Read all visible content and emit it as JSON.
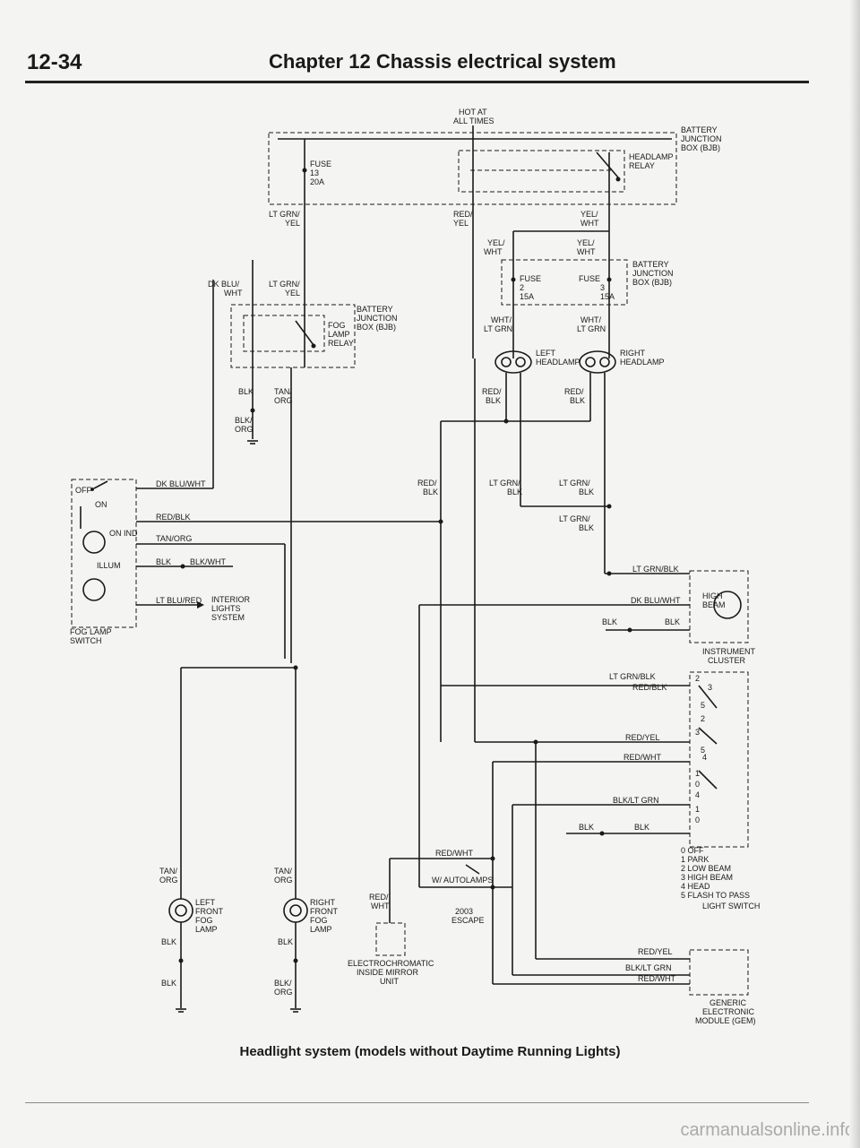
{
  "header": {
    "page_number": "12-34",
    "title": "Chapter 12  Chassis electrical system"
  },
  "caption": "Headlight system (models without Daytime Running Lights)",
  "watermark": "carmanualsonline.info",
  "labels": {
    "hot": "HOT AT",
    "all_times": "ALL TIMES",
    "bjb1": "BATTERY",
    "bjb2": "JUNCTION",
    "bjb3": "BOX (BJB)",
    "headlamp_relay1": "HEADLAMP",
    "headlamp_relay2": "RELAY",
    "fuse13_1": "FUSE",
    "fuse13_2": "13",
    "fuse13_3": "20A",
    "ltgrn_yel_1": "LT GRN/",
    "ltgrn_yel_2": "YEL",
    "red_yel_1": "RED/",
    "red_yel_2": "YEL",
    "yel_wht_1": "YEL/",
    "yel_wht_2": "WHT",
    "fuse_word": "FUSE",
    "fuse2_num": "2",
    "fuse3_num": "3",
    "amp15": "15A",
    "dkblu_wht_1": "DK BLU/",
    "dkblu_wht_2": "WHT",
    "fog_relay1": "FOG",
    "fog_relay2": "LAMP",
    "fog_relay3": "RELAY",
    "wht_1": "WHT/",
    "ltgrn": "LT GRN",
    "left_headlamp1": "LEFT",
    "headlamp": "HEADLAMP",
    "right_headlamp1": "RIGHT",
    "blk": "BLK",
    "tan_org_1": "TAN/",
    "tan_org_2": "ORG",
    "blk_org_1": "BLK/",
    "blk_org_2": "ORG",
    "red_blk_1": "RED/",
    "red_blk_2": "BLK",
    "ltgrn_blk_1": "LT GRN/",
    "ltgrn_blk_2": "BLK",
    "off": "OFF",
    "on": "ON",
    "on_ind": "ON  IND",
    "illum": "ILLUM",
    "w_dkblu_wht": "DK BLU/WHT",
    "w_red_blk": "RED/BLK",
    "w_tan_org": "TAN/ORG",
    "w_blk": "BLK",
    "w_blk_wht": "BLK/WHT",
    "w_ltblu_red": "LT BLU/RED",
    "interior1": "INTERIOR",
    "interior2": "LIGHTS",
    "interior3": "SYSTEM",
    "fog_switch1": "FOG LAMP",
    "fog_switch2": "SWITCH",
    "w_ltgrn_blk": "LT GRN/BLK",
    "high1": "HIGH",
    "high2": "BEAM",
    "cluster1": "INSTRUMENT",
    "cluster2": "CLUSTER",
    "w_red_yel": "RED/YEL",
    "w_red_wht": "RED/WHT",
    "w_blk_ltgrn": "BLK/LT GRN",
    "legend0": "0  OFF",
    "legend1": "1  PARK",
    "legend2": "2  LOW BEAM",
    "legend3": "3  HIGH BEAM",
    "legend4": "4  HEAD",
    "legend5": "5  FLASH TO PASS",
    "light_switch": "LIGHT SWITCH",
    "autolamps": "W/ AUTOLAMPS",
    "escape1": "2003",
    "escape2": "ESCAPE",
    "red_wht_1": "RED/",
    "red_wht_2": "WHT",
    "lf_fog1": "LEFT",
    "lf_fog2": "FRONT",
    "lf_fog3": "FOG",
    "lf_fog4": "LAMP",
    "rf_fog1": "RIGHT",
    "rf_fog2": "FRONT",
    "rf_fog3": "FOG",
    "rf_fog4": "LAMP",
    "ecm1": "ELECTROCHROMATIC",
    "ecm2": "INSIDE MIRROR",
    "ecm3": "UNIT",
    "gem1": "GENERIC",
    "gem2": "ELECTRONIC",
    "gem3": "MODULE (GEM)",
    "p2": "2",
    "p3": "3",
    "p5": "5",
    "p4": "4",
    "p1": "1",
    "p0": "0"
  }
}
